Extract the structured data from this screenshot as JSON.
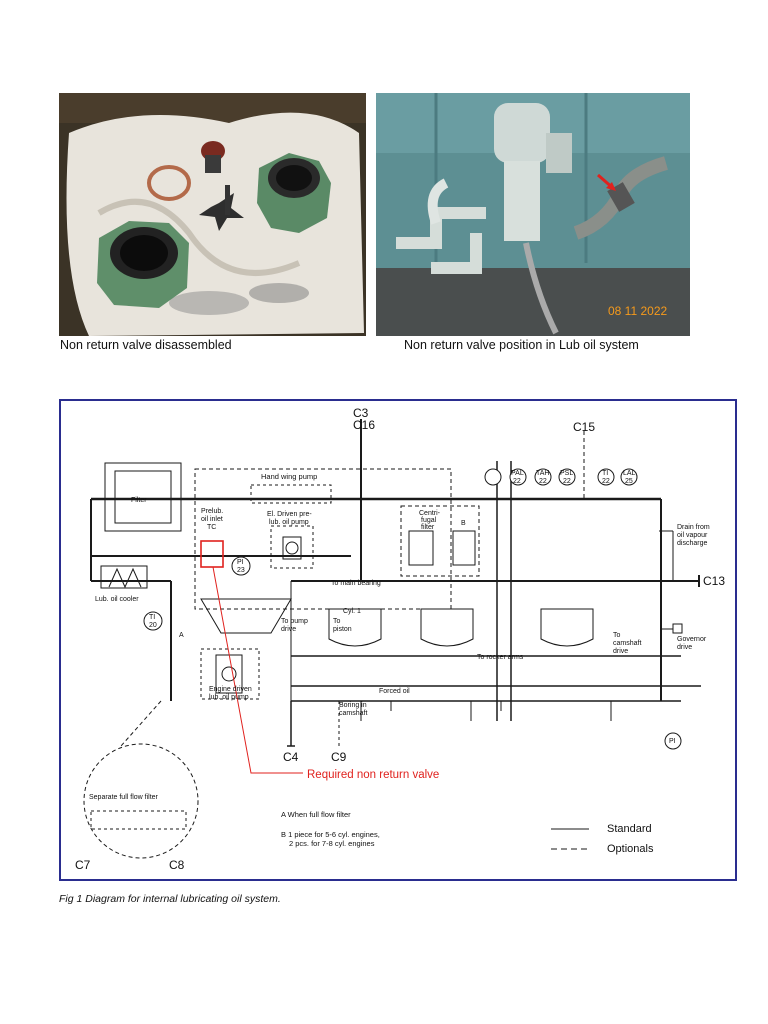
{
  "photos": {
    "left_caption": "Non return valve disassembled",
    "right_caption": "Non return valve position in Lub oil system",
    "right_datestamp": "08 11 2022"
  },
  "diagram": {
    "connections": {
      "c3": "C3",
      "c16": "C16",
      "c15": "C15",
      "c13": "C13",
      "c4": "C4",
      "c9": "C9",
      "c7": "C7",
      "c8": "C8"
    },
    "labels": {
      "filter": "Filter",
      "hand_wing_pump": "Hand wing pump",
      "prelub_oil_inlet": "Prelub.",
      "prelub_oil_inlet_2": "oil inlet",
      "prelub_tc": "TC",
      "el_driven_pump_1": "El. Driven pre-",
      "el_driven_pump_2": "lub. oil pump",
      "centrifugal_filter_1": "Centri-",
      "centrifugal_filter_2": "fugal",
      "centrifugal_filter_3": "filter",
      "centrifugal_b": "B",
      "lub_oil_cooler": "Lub. oil cooler",
      "to_main_bearing": "To main bearing",
      "to_pump_drive_1": "To pump",
      "to_pump_drive_2": "drive",
      "to_piston_1": "To",
      "to_piston_2": "piston",
      "cyl_1": "Cyl. 1",
      "to_camshaft_1": "To",
      "to_camshaft_2": "camshaft",
      "to_camshaft_3": "drive",
      "to_rocker_arms": "To rocker arms",
      "governor_1": "Governor",
      "governor_2": "drive",
      "drain_1": "Drain from",
      "drain_2": "oil vapour",
      "drain_3": "discharge",
      "engine_pump_1": "Engine driven",
      "engine_pump_2": "lub. oil pump",
      "forced_oil": "Forced oil",
      "boring_1": "Boring in",
      "boring_2": "camshaft",
      "separate_filter": "Separate full flow filter",
      "ti_20": "TI",
      "ti_20_n": "20",
      "pi_23": "PI",
      "pi_23_n": "23",
      "ti_22": "TI",
      "ti_22_n": "22",
      "lal_25": "LAL",
      "lal_25_n": "25",
      "pal_22": "PAL",
      "pal_22_n": "22",
      "tah_22": "TAH",
      "tah_22_n": "22",
      "psl_22": "PSL",
      "psl_22_n": "22",
      "pi_bottom": "PI",
      "a_marker": "A"
    },
    "notes": {
      "required_nrv": "Required non return valve",
      "note_a": "A  When full flow filter",
      "note_b1": "B  1 piece for 5-6 cyl. engines,",
      "note_b2": "2 pcs. for 7-8 cyl. engines"
    },
    "legend": {
      "standard": "Standard",
      "optionals": "Optionals"
    },
    "colors": {
      "frame": "#2a2d8f",
      "highlight": "#e0221e",
      "line": "#1a1a1a"
    }
  },
  "figure_caption": "Fig 1 Diagram for internal lubricating oil system."
}
